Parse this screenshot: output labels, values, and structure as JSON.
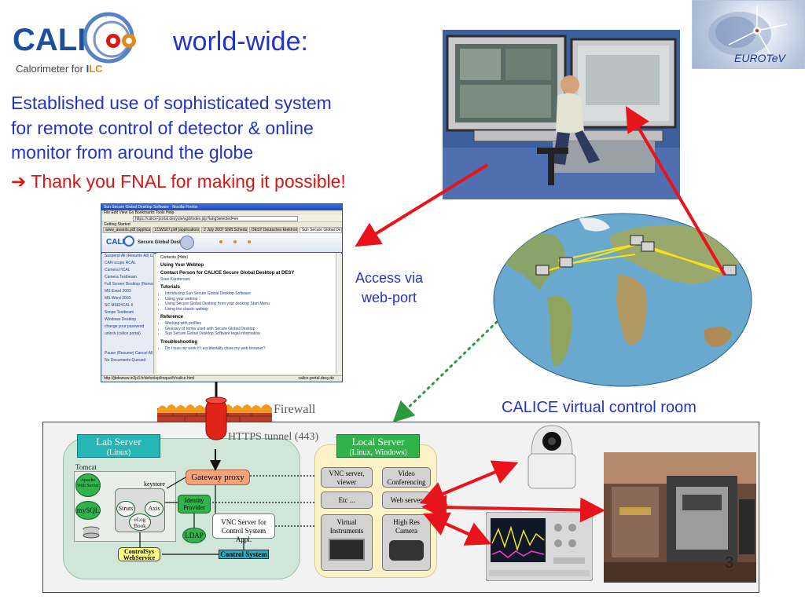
{
  "logo": {
    "calice_text": "CALICE",
    "calice_sub_prefix": "Calorimeter for ",
    "calice_sub_i": "I",
    "calice_sub_lc": "LC",
    "eurotev_text": "EUROTeV"
  },
  "slide": {
    "title": "world-wide:",
    "body_lines": [
      "Established use of sophisticated system",
      "for remote control of detector & online",
      "monitor from around the globe"
    ],
    "thanks_arrow": "➔",
    "thanks": "Thank you FNAL for making it possible!",
    "access_line1": "Access via",
    "access_line2": "web-port",
    "vcr_label": "CALICE virtual control room",
    "slide_number": "3"
  },
  "diagram": {
    "firewall": "Firewall",
    "https_tunnel": "HTTPS tunnel (443)",
    "lab_server": "Lab Server",
    "lab_server_os": "(Linux)",
    "local_server": "Local Server",
    "local_server_os": "(Linux, Windows)",
    "tomcat": "Tomcat",
    "apache": "Apache Web Server",
    "keystore": "keystore",
    "mysql": "mySQL",
    "struts": "Struts",
    "axis": "Axis",
    "elog": "eLog Book",
    "gateway": "Gateway proxy",
    "idp": "Identity Provider",
    "ldap": "LDAP",
    "vnc_lab": "VNC Server for Control System Appl.",
    "controlsys": "ControlSys WebService",
    "control_system": "Control System",
    "vnc_viewer": "VNC server, viewer",
    "video_conf": "Video Conferencing",
    "etc": "Etc ...",
    "web_server": "Web server",
    "virtual_instruments": "Virtual Instruments",
    "highres_camera": "High Res Camera"
  },
  "browser": {
    "window_title": "Sun Secure Global Desktop Software - Mozilla Firefox",
    "menu": "File  Edit  View  Go  Bookmarks  Tools  Help",
    "address": "https://calice-portal.desy.de/sgd/index.jsp?langSelected=en",
    "getting_started": "Getting Started",
    "tabs": [
      "www_awards.pdf (applica...",
      "LCWS07.pdf (application/...",
      "2 July 2007 Shift Schedule",
      "DESY Deutsches Elektron...",
      "Sun Secure Global De..."
    ],
    "banner_title": "Secure Global Desktop",
    "sidebar_items": [
      "Suspend All (Resume All) Cancel",
      "CAN scope RCAL",
      "Camera HCAL",
      "Camera Testbeam",
      "Full Screen Desktop (Remote X)",
      "MS Excel 2003",
      "MS Word 2003",
      "SC MSEHCAL II",
      "Scope Testbeam",
      "Windows Desktop",
      "change your password",
      "unlock (calice portal)",
      "Pause (Resume) Cancel All",
      "No Documents Queued"
    ],
    "content_crumb": "Contents (Hide)",
    "content_title": "Using Your Webtop",
    "contact": "Contact Person for CALICE Secure Global Desktop at DESY",
    "contact_name": "Sven Karstensen",
    "tutorials": "Tutorials",
    "tutorial_items": [
      "Introducing Sun Secure Global Desktop Software",
      "Using your webtop",
      "Using Secure Global Desktop from your desktop Start Menu",
      "Using the classic webtop"
    ],
    "reference": "Reference",
    "reference_items": [
      "Working with profiles",
      "Glossary of terms used with Secure Global Desktop",
      "Sun Secure Global Desktop Software legal information"
    ],
    "troubleshooting": "Troubleshooting",
    "trouble_items": [
      "Do I lose my work if I accidentally close my web browser?"
    ],
    "status_url": "http://jbdswww.in2p3.fr/defonlep/lrsque/fr/calice.html",
    "status_host": "calice-portal.desy.de"
  },
  "colors": {
    "title_blue": "#2233cc",
    "text_blue": "#2433c6",
    "thanks_red": "#e01414",
    "arrow_red": "#e8141c",
    "dotted_green": "#2a9a3a",
    "lab_teal": "#25b5b4",
    "local_green": "#2fb34a"
  }
}
